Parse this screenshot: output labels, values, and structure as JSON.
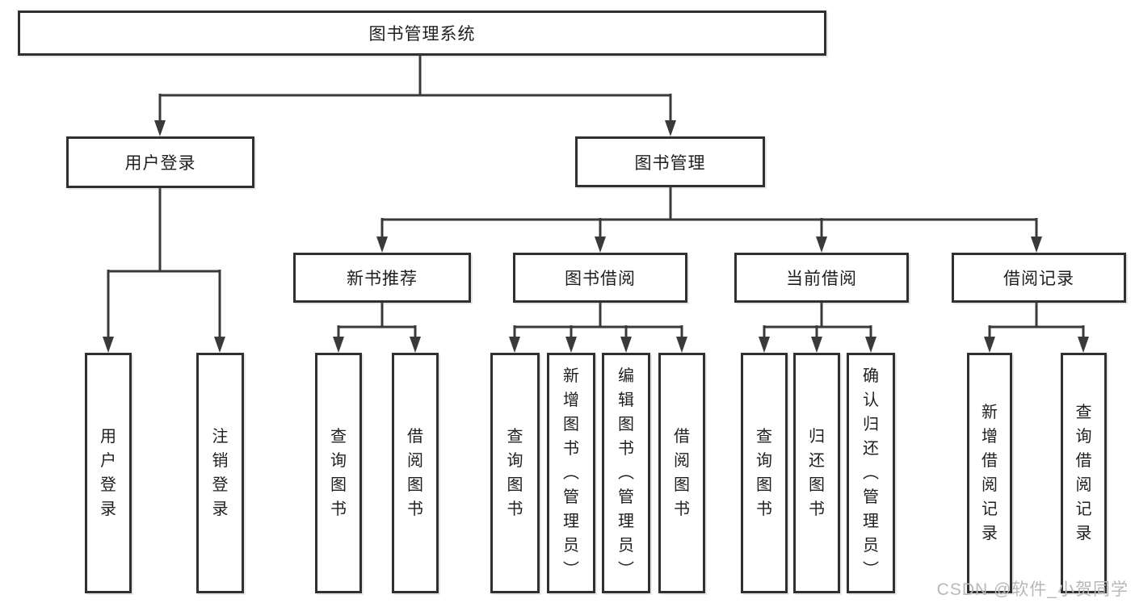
{
  "diagram_title": "图书管理系统",
  "tree": {
    "root": {
      "label": "图书管理系统"
    },
    "branches": [
      {
        "label": "用户登录",
        "children": [
          {
            "label": "用户登录"
          },
          {
            "label": "注销登录"
          }
        ]
      },
      {
        "label": "图书管理",
        "groups": [
          {
            "label": "新书推荐",
            "children": [
              {
                "label": "查询图书"
              },
              {
                "label": "借阅图书"
              }
            ]
          },
          {
            "label": "图书借阅",
            "children": [
              {
                "label": "查询图书"
              },
              {
                "label": "新增图书（管理员）"
              },
              {
                "label": "编辑图书（管理员）"
              },
              {
                "label": "借阅图书"
              }
            ]
          },
          {
            "label": "当前借阅",
            "children": [
              {
                "label": "查询图书"
              },
              {
                "label": "归还图书"
              },
              {
                "label": "确认归还（管理员）"
              }
            ]
          },
          {
            "label": "借阅记录",
            "children": [
              {
                "label": "新增借阅记录"
              },
              {
                "label": "查询借阅记录"
              }
            ]
          }
        ]
      }
    ]
  },
  "watermark": "CSDN @软件_小贺同学",
  "colors": {
    "line": "#3a3a3a",
    "box_border": "#303030",
    "text": "#1f1f1f",
    "watermark": "#b8b8b8",
    "background": "#ffffff"
  }
}
